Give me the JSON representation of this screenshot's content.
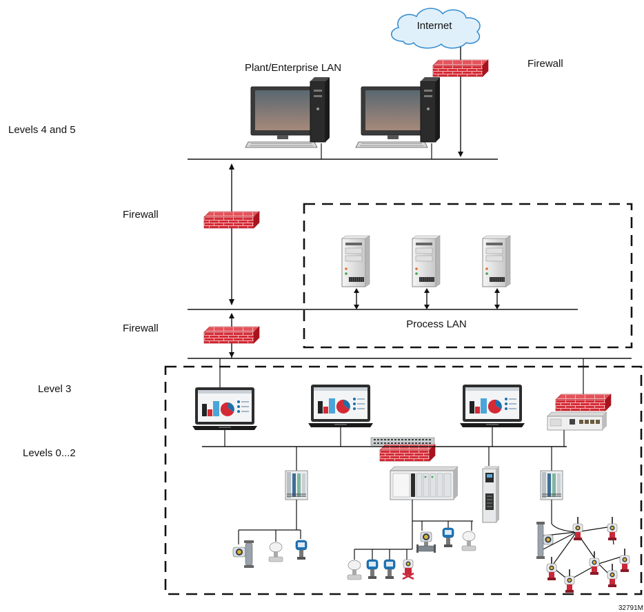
{
  "labels": {
    "internet": "Internet",
    "firewall_top": "Firewall",
    "plant_lan": "Plant/Enterprise LAN",
    "levels_4_5": "Levels 4 and 5",
    "firewall_mid": "Firewall",
    "firewall_low": "Firewall",
    "process_lan": "Process LAN",
    "level_3": "Level 3",
    "levels_0_2": "Levels 0...2",
    "figure_id": "32791M"
  },
  "colors": {
    "firewall_red": "#d42a35",
    "firewall_mortar": "#f4b6b9",
    "cloud_fill": "#dff0fb",
    "cloud_stroke": "#3a8fd0",
    "line": "#111111"
  },
  "icons": {
    "cloud": "cloud-icon",
    "firewall": "firewall-icon",
    "desktop": "desktop-computer-icon",
    "server": "server-tower-icon",
    "laptop": "laptop-hmi-icon",
    "switch": "network-switch-icon",
    "io_module": "io-module-icon",
    "controller": "controller-chassis-icon",
    "drive": "drive-icon",
    "gateway": "gateway-appliance-icon",
    "transmitter": "field-transmitter-icon",
    "wireless_node": "wireless-node-icon"
  }
}
